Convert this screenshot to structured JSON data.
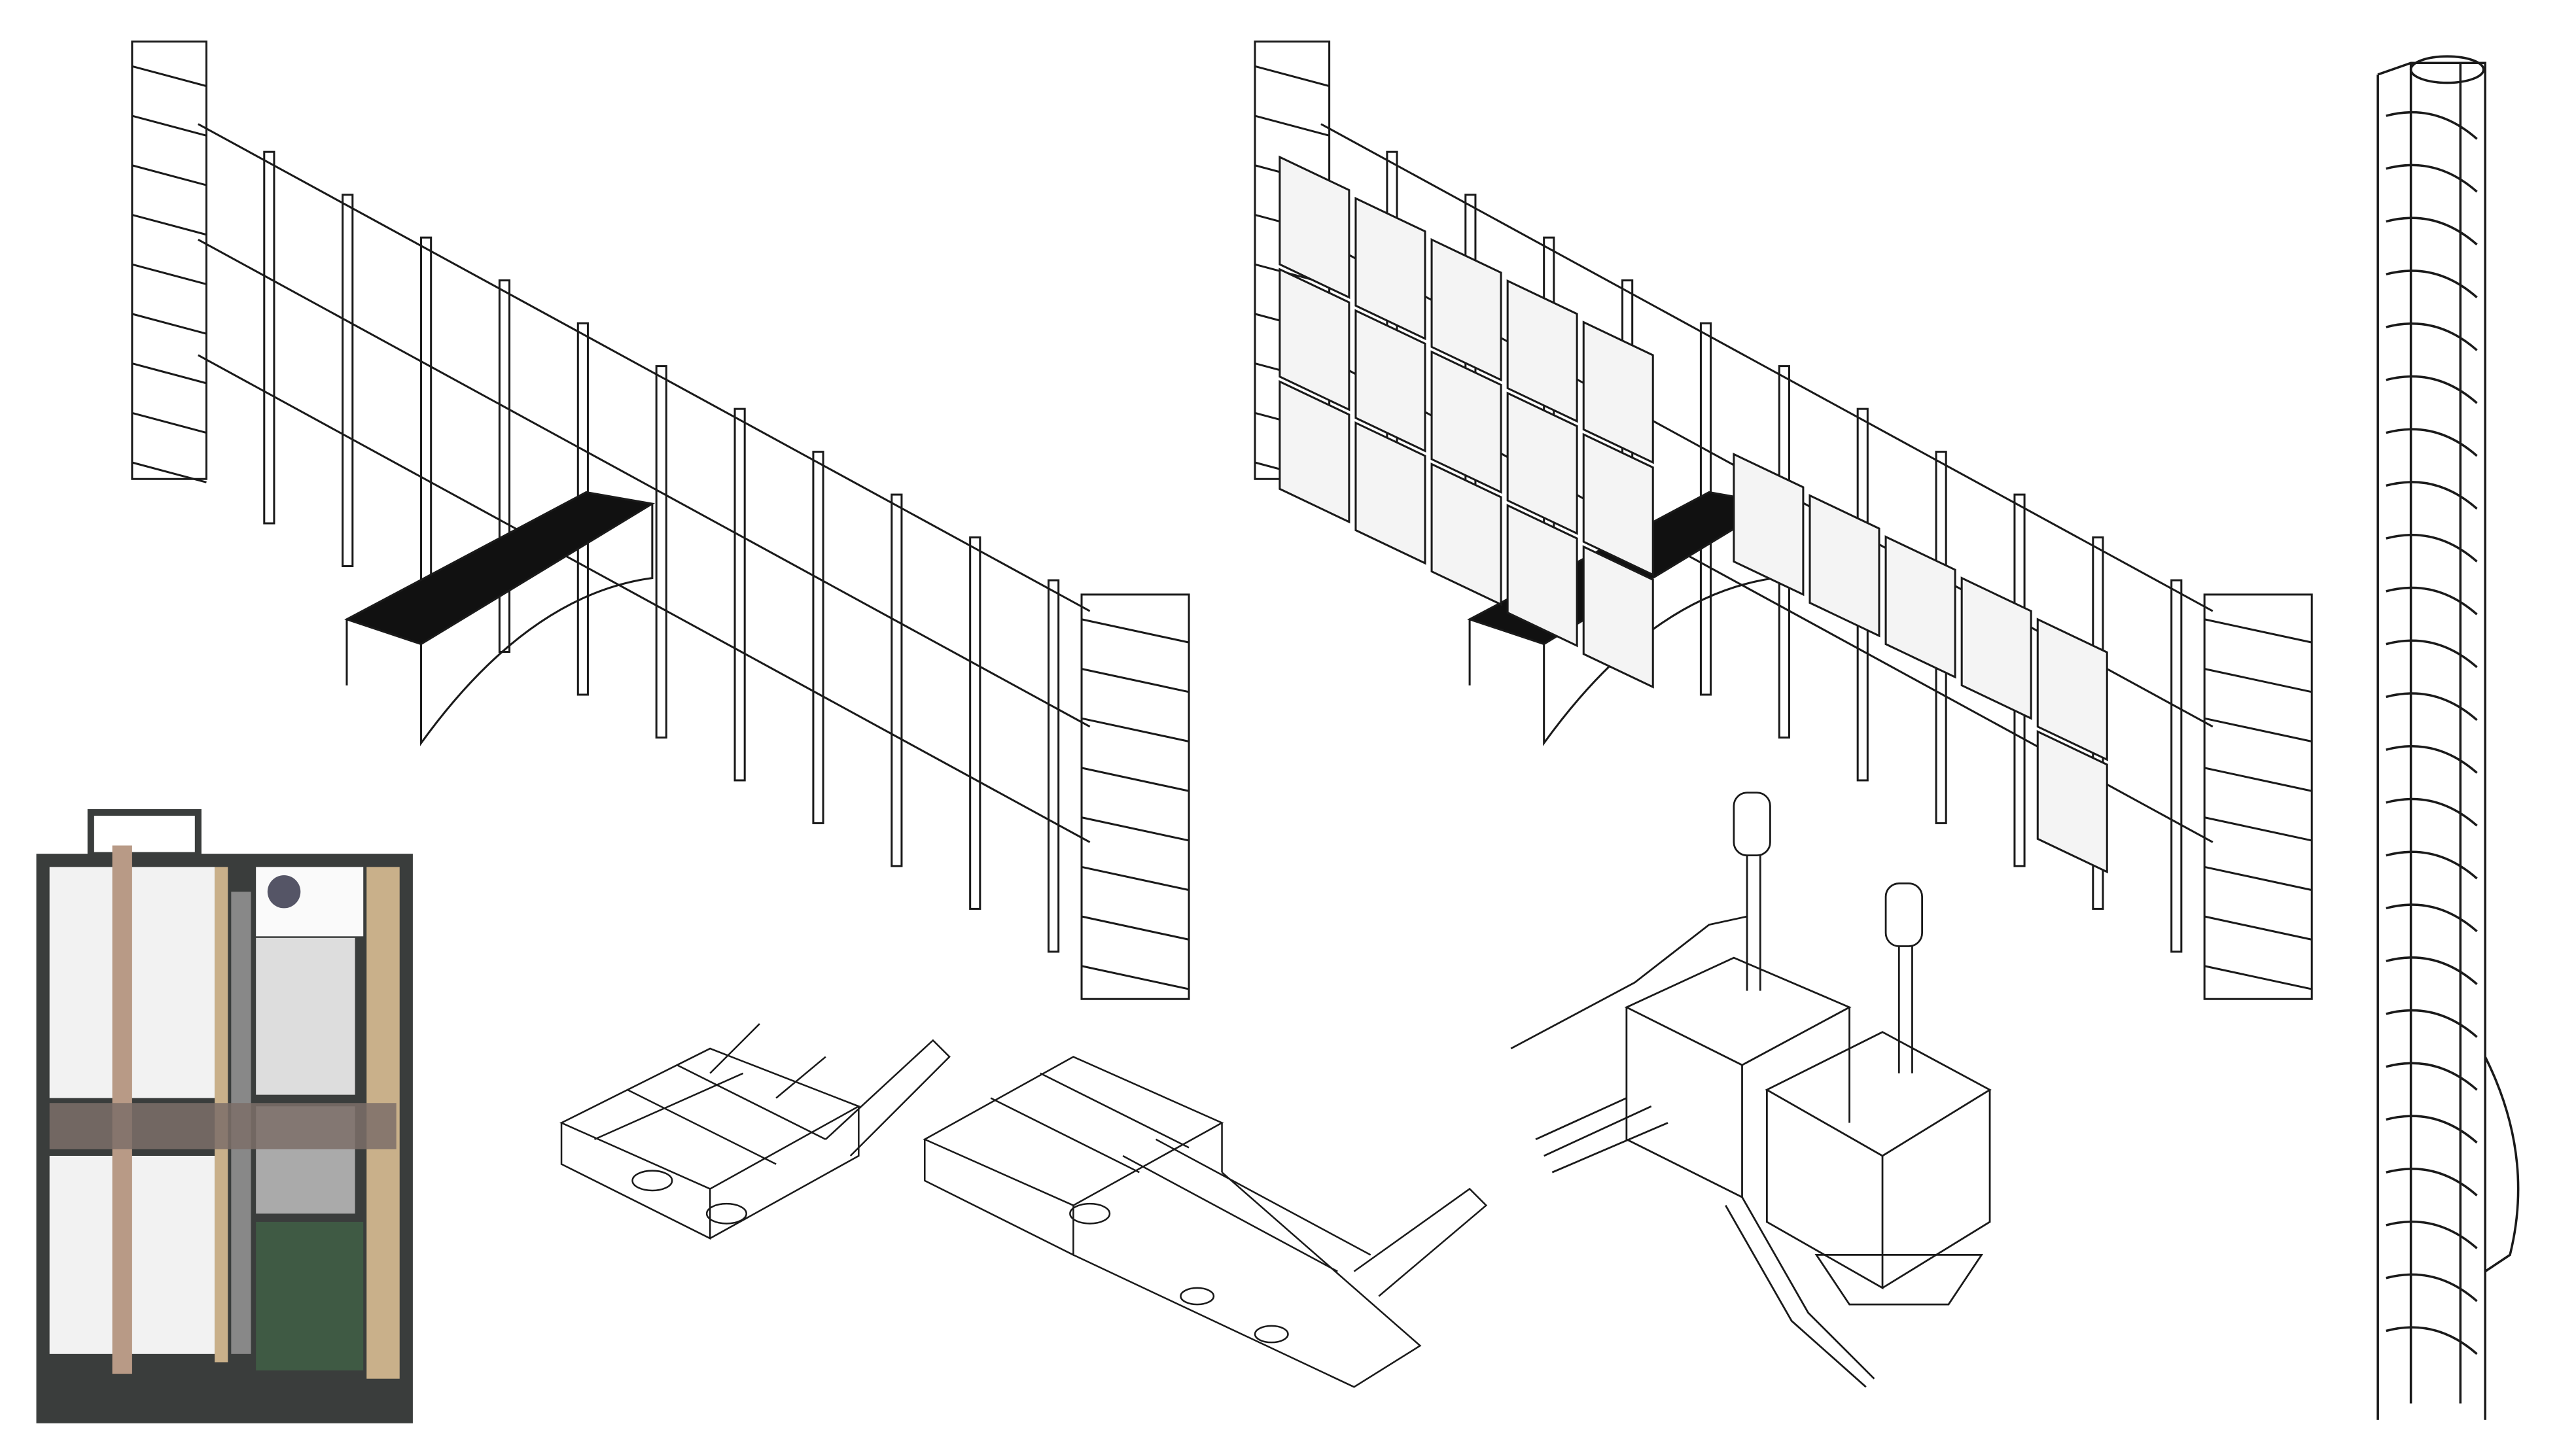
{
  "colors": {
    "background": "#ffffff",
    "line": "#1a1a1a",
    "deck": "#111111",
    "panel": "#f4f4f4",
    "plan_wall": "#3a3d3c",
    "plan_timber": "#c9b08a",
    "plan_corridor": "#b89a86",
    "plan_garden": "#3f5a44",
    "plan_light": "#f2f2f2"
  },
  "drawings": [
    {
      "id": "facade-frame-open",
      "icon": "isometric-frame"
    },
    {
      "id": "facade-frame-clad",
      "icon": "isometric-frame-with-panels"
    },
    {
      "id": "floor-plan",
      "icon": "colored-plan"
    },
    {
      "id": "module-small",
      "icon": "isometric-module"
    },
    {
      "id": "module-large",
      "icon": "isometric-module"
    },
    {
      "id": "machine-assembly",
      "icon": "isometric-equipment"
    },
    {
      "id": "chimney-tower",
      "icon": "spiral-stair-tower"
    }
  ]
}
